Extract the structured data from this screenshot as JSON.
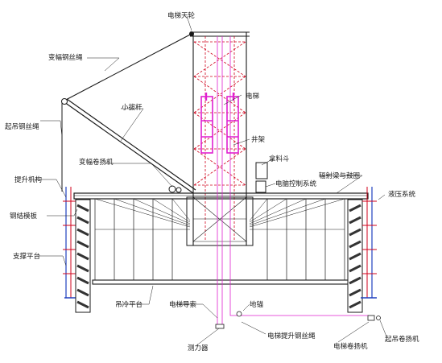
{
  "labels": {
    "hoist_sheave": "电梯天轮",
    "luffing_wire": "变幅钢丝绳",
    "elevator": "电梯",
    "small_boom": "小拔杆",
    "lifting_wire": "起吊钢丝绳",
    "shaft_frame": "井架",
    "hopper": "拿料斗",
    "luffing_winch": "变幅卷扬机",
    "control_system": "电脑控制系统",
    "lift_mechanism": "提升机构",
    "radial_beam": "辐射梁与鼓圈",
    "hydraulic_system": "液压系统",
    "steel_form": "钢结模板",
    "support_platform": "支撑平台",
    "hanging_platform": "吊冷平台",
    "guide_rope": "电梯导索",
    "anchor": "地锚",
    "dynamometer": "测力器",
    "hoist_wire": "电梯提升钢丝绳",
    "hoist_winch": "电梯卷扬机",
    "windlass_winch": "起吊卷扬机"
  },
  "colors": {
    "line": "#1a1a1a",
    "red": "#d0021b",
    "magenta": "#e020d0",
    "blue": "#1f3fbf",
    "tread": "#333333"
  }
}
